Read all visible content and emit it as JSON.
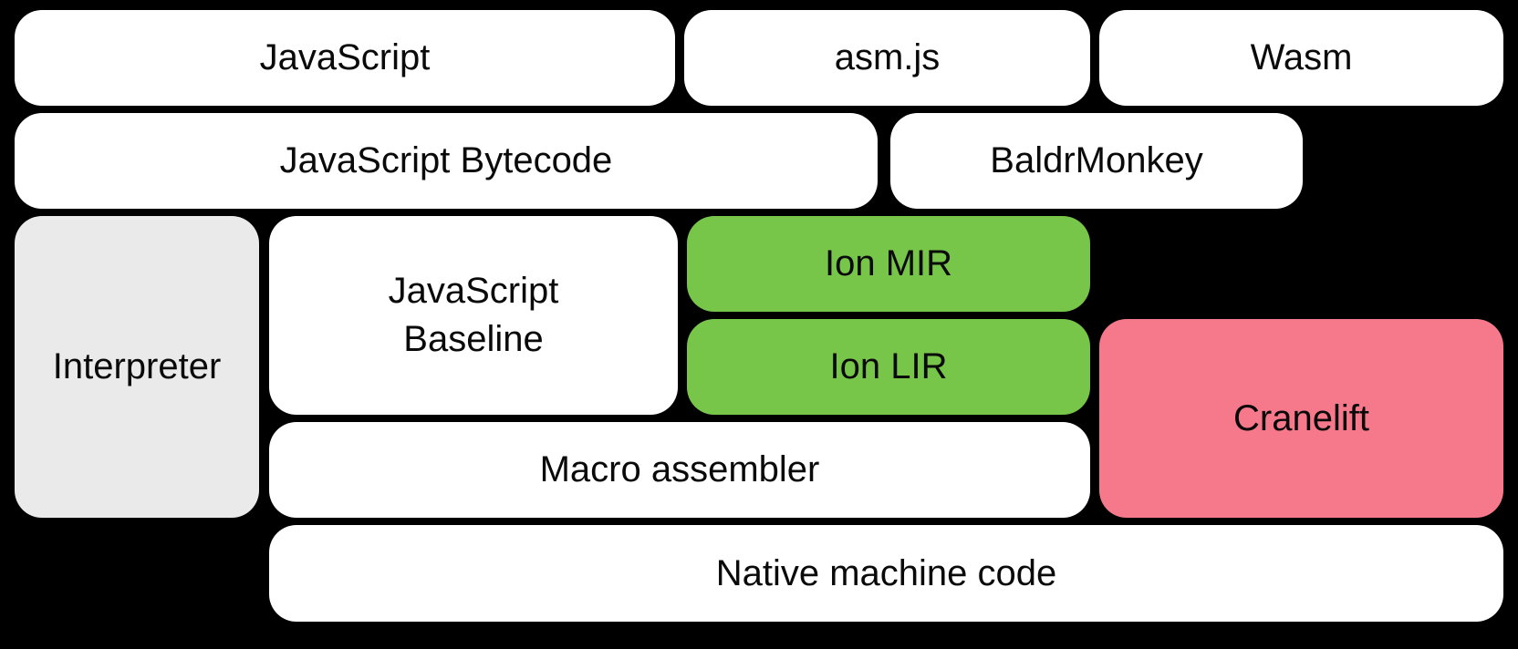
{
  "diagram": {
    "background": "#000000",
    "text_color": "#0a0a0a",
    "colors": {
      "white_box": "#ffffff",
      "gray_box": "#e9eae9",
      "green_box": "#77c64a",
      "pink_box": "#f5798a"
    },
    "boxes": {
      "javascript": {
        "label": "JavaScript",
        "color": "#ffffff"
      },
      "asmjs": {
        "label": "asm.js",
        "color": "#ffffff"
      },
      "wasm": {
        "label": "Wasm",
        "color": "#ffffff"
      },
      "js_bytecode": {
        "label": "JavaScript Bytecode",
        "color": "#ffffff"
      },
      "baldrmonkey": {
        "label": "BaldrMonkey",
        "color": "#ffffff"
      },
      "interpreter": {
        "label": "Interpreter",
        "color": "#e9eae9"
      },
      "js_baseline": {
        "label": "JavaScript\nBaseline",
        "color": "#ffffff"
      },
      "ion_mir": {
        "label": "Ion MIR",
        "color": "#77c64a"
      },
      "ion_lir": {
        "label": "Ion LIR",
        "color": "#77c64a"
      },
      "cranelift": {
        "label": "Cranelift",
        "color": "#f5798a"
      },
      "macro_assembler": {
        "label": "Macro assembler",
        "color": "#ffffff"
      },
      "native_machine_code": {
        "label": "Native machine code",
        "color": "#ffffff"
      }
    }
  }
}
